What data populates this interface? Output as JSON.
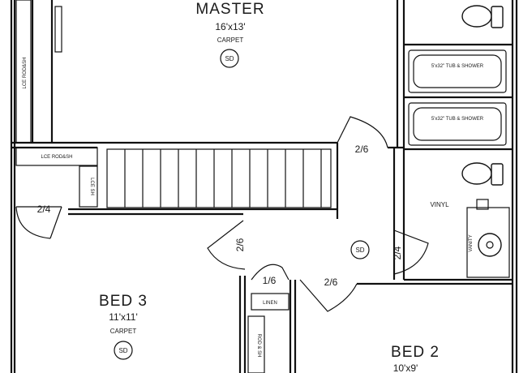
{
  "rooms": {
    "master": {
      "name": "MASTER",
      "size": "16'x13'",
      "floor": "CARPET"
    },
    "bed3": {
      "name": "BED 3",
      "size": "11'x11'",
      "floor": "CARPET"
    },
    "bed2": {
      "name": "BED 2",
      "size": "10'x9'"
    }
  },
  "labels": {
    "smoke": "SD",
    "linen": "LINEN",
    "vinyl": "VINYL",
    "door_26": "2/6",
    "door_24": "2/4",
    "door_16": "1/6",
    "tub_a": "5'x32\" TUB & SHOWER",
    "tub_b": "5'x32\" TUB & SHOWER",
    "closet_top": "LCE ROD&SH",
    "closet_left": "LCE ROD&SH",
    "closet_small": "LCE SH",
    "closet_bottom": "ROD & SH",
    "vanity": "VANITY"
  }
}
